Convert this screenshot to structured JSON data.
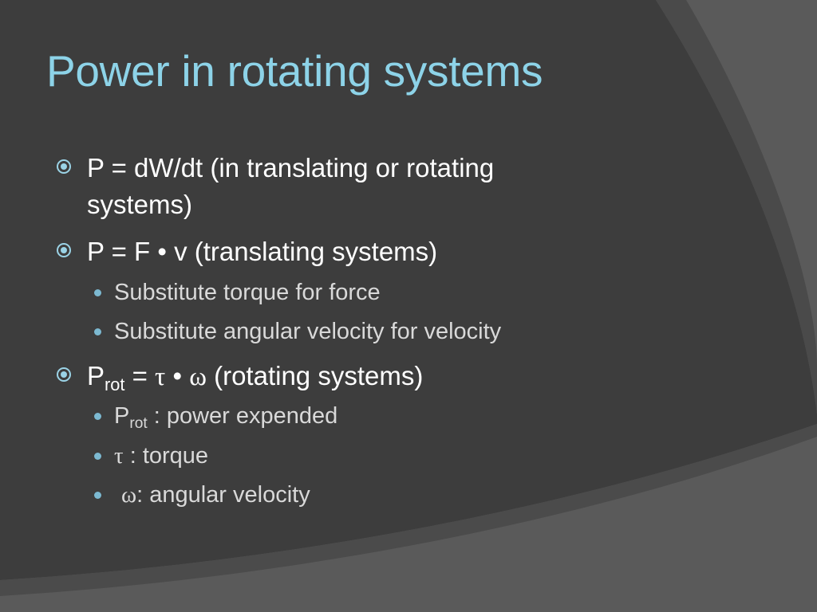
{
  "colors": {
    "background_dark": "#3d3d3d",
    "background_light": "#5a5a5a",
    "title": "#8dd3e8",
    "level1_text": "#ffffff",
    "level2_text": "#d9d9d9",
    "level1_bullet": "#9bd3e6",
    "level2_bullet": "#7cb9d1"
  },
  "slide": {
    "title": "Power in rotating systems",
    "bullets": [
      {
        "icon": "circled-dot-bullet-icon",
        "line1": "P = dW/dt (in translating or rotating",
        "line2": "systems)"
      },
      {
        "icon": "circled-dot-bullet-icon",
        "text": "P = F • v (translating systems)",
        "sub_items": [
          "Substitute torque for force",
          "Substitute angular velocity for velocity"
        ]
      },
      {
        "icon": "circled-dot-bullet-icon",
        "main": "P",
        "main_sub": "rot",
        "eq": " = ",
        "tau": "τ",
        "dot": " • ",
        "omega": "ω",
        "rest": " (rotating systems)",
        "sub_items": [
          {
            "main": "P",
            "sub": "rot",
            "rest": " : power expended"
          },
          {
            "symbol": "τ",
            "rest": " : torque"
          },
          {
            "symbol": "ω",
            "rest": ": angular velocity"
          }
        ]
      }
    ]
  }
}
